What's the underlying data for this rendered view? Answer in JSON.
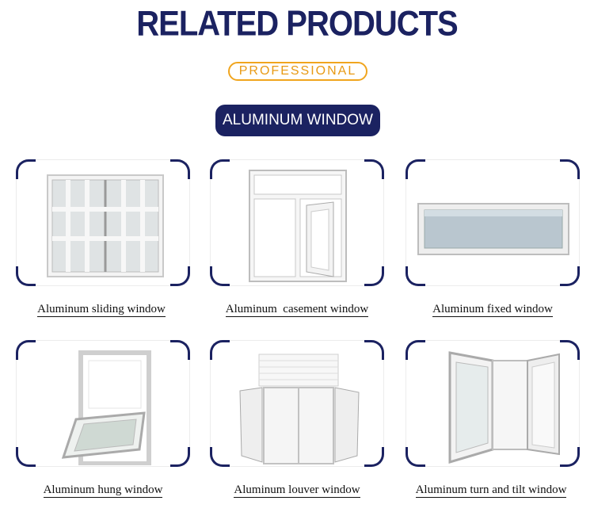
{
  "header": {
    "title": "RELATED PRODUCTS",
    "tag": "PROFESSIONAL",
    "category": "ALUMINUM WINDOW"
  },
  "colors": {
    "navy": "#1b2261",
    "orange": "#f0a51e"
  },
  "products": [
    {
      "label": "Aluminum sliding window"
    },
    {
      "label": "Aluminum  casement window"
    },
    {
      "label": "Aluminum fixed window"
    },
    {
      "label": "Aluminum hung window"
    },
    {
      "label": "Aluminum louver window"
    },
    {
      "label": "Aluminum turn and tilt window"
    }
  ]
}
